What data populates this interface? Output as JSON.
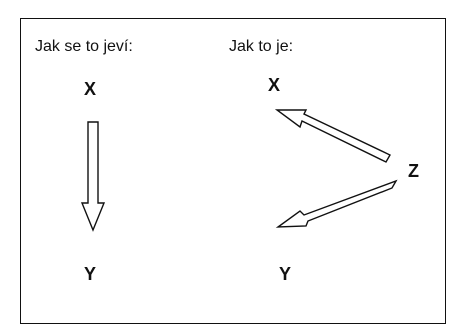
{
  "left_panel": {
    "caption": "Jak se to jeví:",
    "top_node": "X",
    "bottom_node": "Y"
  },
  "right_panel": {
    "caption": "Jak to je:",
    "top_node": "X",
    "source_node": "Z",
    "bottom_node": "Y"
  },
  "colors": {
    "line": "#111111",
    "background": "#ffffff"
  }
}
